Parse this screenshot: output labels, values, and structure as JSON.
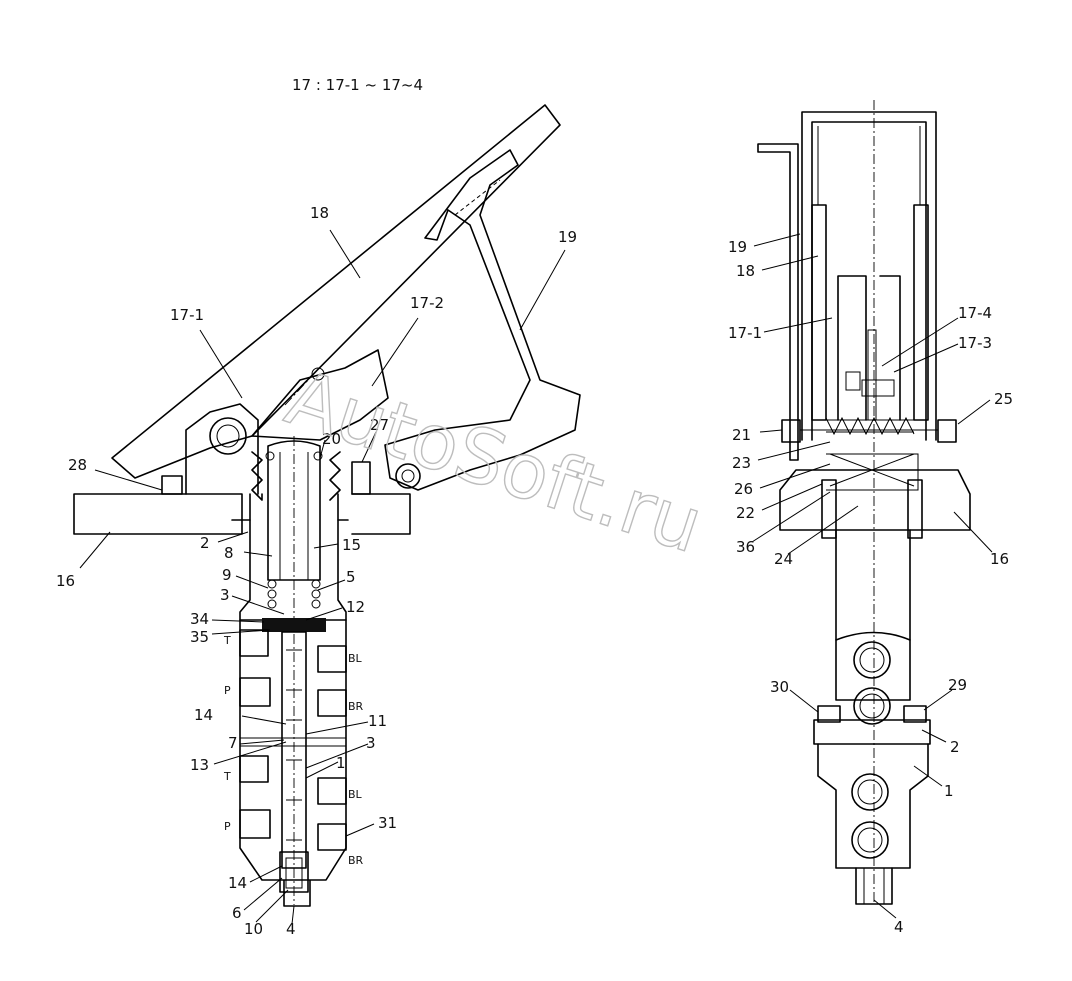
{
  "title": "17 : 17-1 ~ 17~4",
  "watermark": "AutoSoft.ru",
  "left_view": {
    "callouts": [
      "18",
      "17-1",
      "17-2",
      "19",
      "20",
      "27",
      "28",
      "16",
      "2",
      "8",
      "15",
      "9",
      "5",
      "3",
      "12",
      "34",
      "35",
      "14",
      "11",
      "7",
      "13",
      "3",
      "1",
      "31",
      "14",
      "6",
      "10",
      "4"
    ],
    "port_labels": [
      "T",
      "P",
      "BL",
      "BR",
      "T",
      "P",
      "BL",
      "BR"
    ]
  },
  "right_view": {
    "callouts": [
      "19",
      "18",
      "17-1",
      "17-4",
      "17-3",
      "21",
      "25",
      "23",
      "26",
      "22",
      "36",
      "24",
      "16",
      "30",
      "29",
      "2",
      "1",
      "4"
    ]
  }
}
